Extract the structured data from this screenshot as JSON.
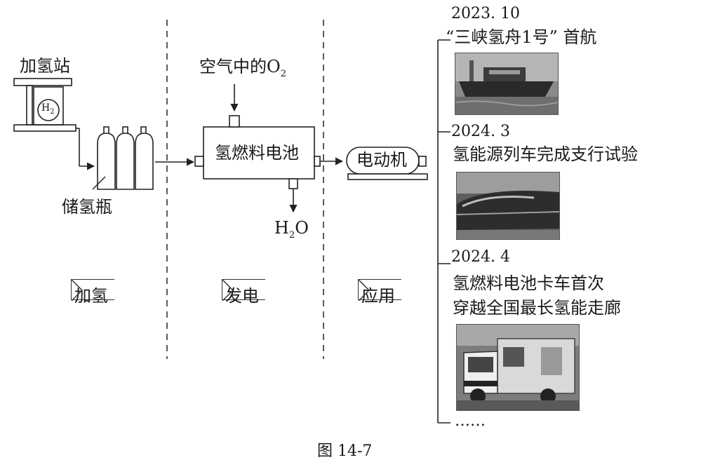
{
  "hydrogen_station": {
    "station_label": "加氢站",
    "h2_label": "H",
    "h2_sub": "2",
    "bottle_label": "储氢瓶"
  },
  "fuel_cell": {
    "air_label": "空气中的O",
    "air_sub": "2",
    "cell_label": "氢燃料电池",
    "water_label_main": "H",
    "water_label_sub": "2",
    "water_label_tail": "O"
  },
  "motor": {
    "label": "电动机"
  },
  "stages": [
    {
      "label": "加氢"
    },
    {
      "label": "发电"
    },
    {
      "label": "应用"
    }
  ],
  "milestones": [
    {
      "date": "2023. 10",
      "text_lines": [
        "“三峡氢舟1号” 首航"
      ],
      "photo": "ship-photo"
    },
    {
      "date": "2024. 3",
      "text_lines": [
        "氢能源列车完成支行试验"
      ],
      "photo": "train-photo"
    },
    {
      "date": "2024. 4",
      "text_lines": [
        "氢燃料电池卡车首次",
        "穿越全国最长氢能走廊"
      ],
      "photo": "truck-photo"
    }
  ],
  "timeline_more": "……",
  "caption": "图 14-7"
}
